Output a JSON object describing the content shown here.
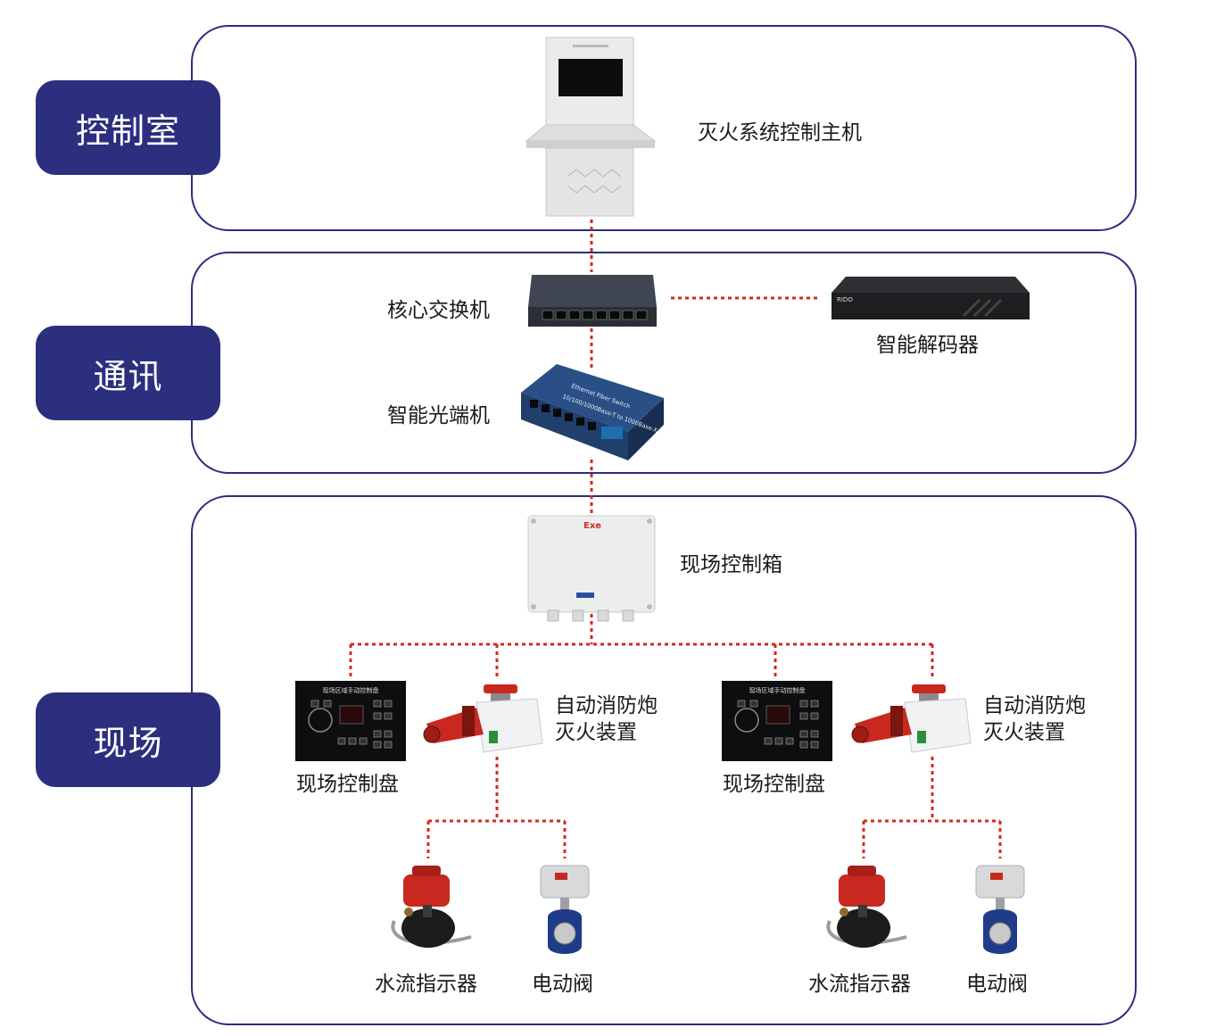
{
  "tiers": {
    "control_room": "控制室",
    "communication": "通讯",
    "field": "现场"
  },
  "devices": {
    "host": "灭火系统控制主机",
    "core_switch": "核心交换机",
    "decoder": "智能解码器",
    "optical": "智能光端机",
    "field_box": "现场控制箱",
    "panel_left": "现场控制盘",
    "cannon_left_1": "自动消防炮",
    "cannon_left_2": "灭火装置",
    "panel_right": "现场控制盘",
    "cannon_right_1": "自动消防炮",
    "cannon_right_2": "灭火装置",
    "flow_left": "水流指示器",
    "valve_left": "电动阀",
    "flow_right": "水流指示器",
    "valve_right": "电动阀"
  },
  "device_text": {
    "panel_title": "现场区域手动控制盘",
    "box_mark": "Exe",
    "switch_text": "Ethernet Fiber Switch",
    "switch_sub": "10/100/1000Base-T to 1000Base-X",
    "decoder_brand": "RIDO"
  },
  "colors": {
    "accent": "#2b2f7e",
    "connector": "#d42a1e",
    "device_red": "#c8281f"
  }
}
